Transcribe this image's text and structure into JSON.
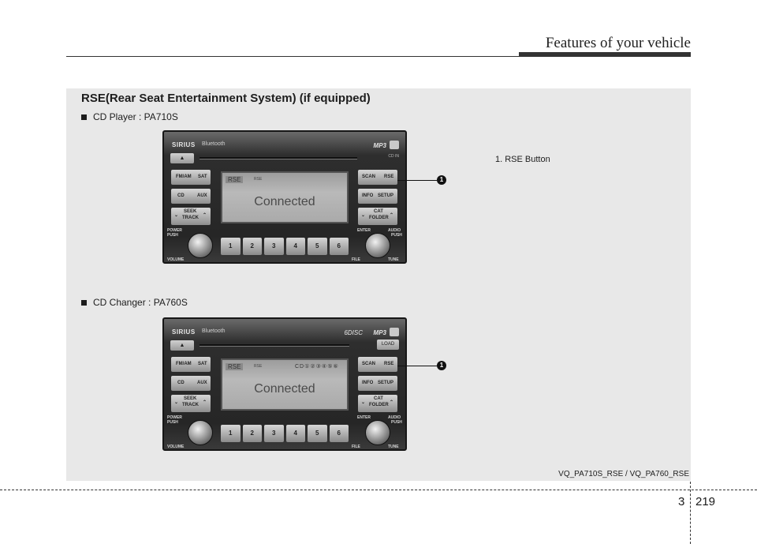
{
  "header": {
    "title": "Features of your vehicle"
  },
  "section": {
    "title": "RSE(Rear Seat Entertainment System) (if equipped)",
    "bullet1": "CD Player : PA710S",
    "bullet2": "CD Changer : PA760S",
    "legend": "1. RSE Button",
    "caption": "VQ_PA710S_RSE / VQ_PA760_RSE"
  },
  "radio1": {
    "brand": "SIRIUS",
    "bluetooth": "Bluetooth",
    "mp3": "MP3",
    "cd_in": "CD IN",
    "left_buttons": {
      "fm_am": "FM/AM",
      "sat": "SAT",
      "cd": "CD",
      "aux": "AUX",
      "seek": "SEEK",
      "track": "TRACK"
    },
    "right_buttons": {
      "scan": "SCAN",
      "rse": "RSE",
      "info": "INFO",
      "setup": "SETUP",
      "cat": "CAT",
      "folder": "FOLDER"
    },
    "display": {
      "tag": "RSE",
      "sub": "RSE",
      "text": "Connected"
    },
    "presets": [
      "1",
      "2",
      "3",
      "4",
      "5",
      "6"
    ],
    "labels": {
      "power": "POWER",
      "push_l": "PUSH",
      "volume": "VOLUME",
      "enter": "ENTER",
      "audio": "AUDIO",
      "push_r": "PUSH",
      "file": "FILE",
      "tune": "TUNE"
    },
    "callout": "1"
  },
  "radio2": {
    "brand": "SIRIUS",
    "bluetooth": "Bluetooth",
    "mp3": "MP3",
    "six_disc": "6DISC",
    "load": "LOAD",
    "left_buttons": {
      "fm_am": "FM/AM",
      "sat": "SAT",
      "cd": "CD",
      "aux": "AUX",
      "seek": "SEEK",
      "track": "TRACK"
    },
    "right_buttons": {
      "scan": "SCAN",
      "rse": "RSE",
      "info": "INFO",
      "setup": "SETUP",
      "cat": "CAT",
      "folder": "FOLDER"
    },
    "display": {
      "tag": "RSE",
      "sub": "RSE",
      "discs": "CD①②③④⑤⑥",
      "text": "Connected"
    },
    "presets": [
      "1",
      "2",
      "3",
      "4",
      "5",
      "6"
    ],
    "labels": {
      "power": "POWER",
      "push_l": "PUSH",
      "volume": "VOLUME",
      "enter": "ENTER",
      "audio": "AUDIO",
      "push_r": "PUSH",
      "file": "FILE",
      "tune": "TUNE"
    },
    "callout": "1"
  },
  "footer": {
    "chapter": "3",
    "page": "219"
  }
}
